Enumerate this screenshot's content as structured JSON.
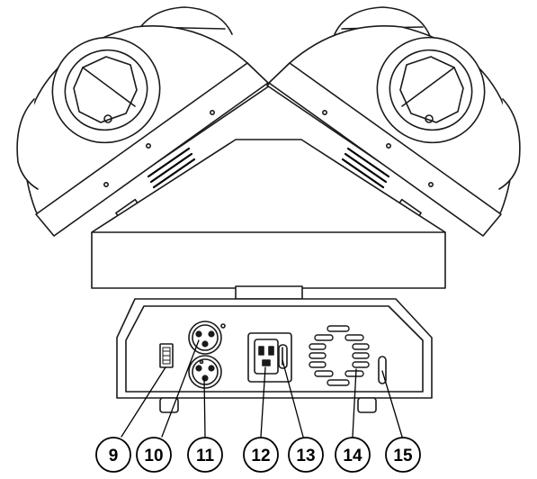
{
  "diagram": {
    "line_color": "#1a1a1a",
    "fill_color": "#ffffff",
    "vent_color": "#000000",
    "callouts": [
      {
        "id": "callout-9",
        "label": "9",
        "target": "usb-port"
      },
      {
        "id": "callout-10",
        "label": "10",
        "target": "xlr-output-connector"
      },
      {
        "id": "callout-11",
        "label": "11",
        "target": "xlr-input-connector"
      },
      {
        "id": "callout-12",
        "label": "12",
        "target": "power-inlet"
      },
      {
        "id": "callout-13",
        "label": "13",
        "target": "fuse-holder"
      },
      {
        "id": "callout-14",
        "label": "14",
        "target": "ventilation-grille"
      },
      {
        "id": "callout-15",
        "label": "15",
        "target": "side-slot"
      }
    ]
  }
}
